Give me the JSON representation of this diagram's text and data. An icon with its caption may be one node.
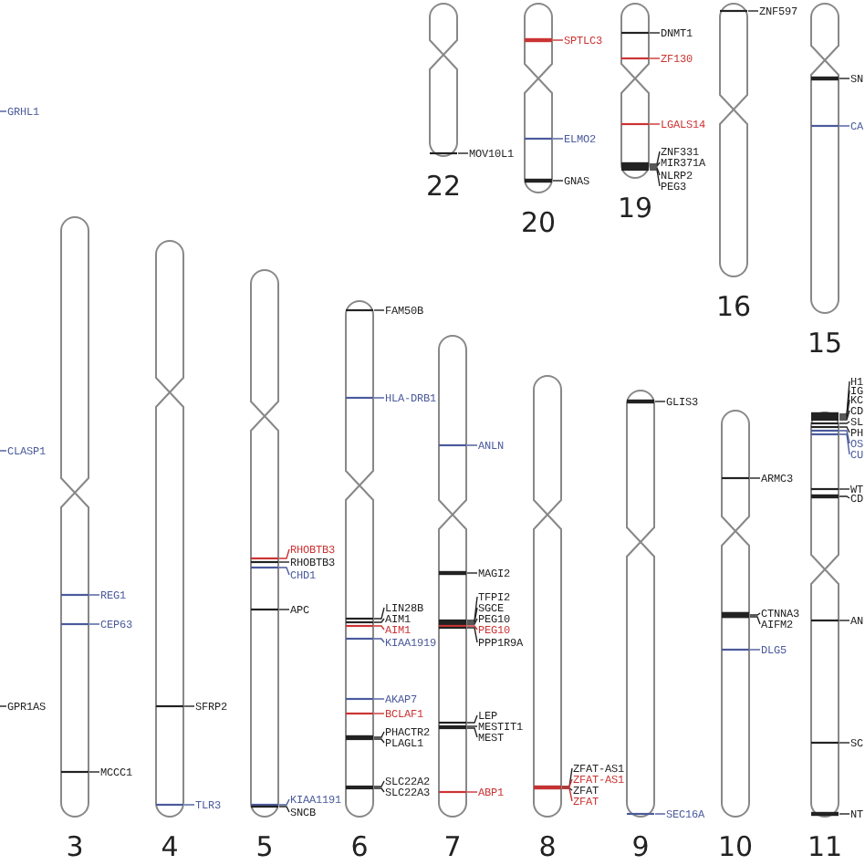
{
  "diagram": {
    "nodes": [
      {
        "text": [
          "22"
        ]
      },
      {
        "text": [
          "20"
        ]
      },
      {
        "text": [
          "19"
        ]
      },
      {
        "text": [
          "16"
        ]
      },
      {
        "text": [
          "15"
        ]
      },
      {
        "text": [
          "3"
        ]
      },
      {
        "text": [
          "4"
        ]
      },
      {
        "text": [
          "5"
        ]
      },
      {
        "text": [
          "6"
        ]
      },
      {
        "text": [
          "7"
        ]
      },
      {
        "text": [
          "8"
        ]
      },
      {
        "text": [
          "9"
        ]
      },
      {
        "text": [
          "10"
        ]
      },
      {
        "text": [
          "11"
        ]
      },
      {
        "text": [
          "MOV10L1"
        ]
      },
      {
        "text": [
          "SPTLC3"
        ]
      },
      {
        "text": [
          "ELMO2"
        ]
      },
      {
        "text": [
          "GNAS"
        ]
      },
      {
        "text": [
          "DNMT1"
        ]
      },
      {
        "text": [
          "ZF130"
        ]
      },
      {
        "text": [
          "LGALS14"
        ]
      },
      {
        "text": [
          "ZNF331"
        ]
      },
      {
        "text": [
          "MIR371A"
        ]
      },
      {
        "text": [
          "NLRP2"
        ]
      },
      {
        "text": [
          "PEG3"
        ]
      },
      {
        "text": [
          "ZNF597"
        ]
      },
      {
        "text": [
          "SN"
        ]
      },
      {
        "text": [
          "CA"
        ]
      },
      {
        "text": [
          "REG1"
        ]
      },
      {
        "text": [
          "CEP63"
        ]
      },
      {
        "text": [
          "MCCC1"
        ]
      },
      {
        "text": [
          "SFRP2"
        ]
      },
      {
        "text": [
          "TLR3"
        ]
      },
      {
        "text": [
          "RHOBTB3"
        ]
      },
      {
        "text": [
          "RHOBTB3"
        ]
      },
      {
        "text": [
          "CHD1"
        ]
      },
      {
        "text": [
          "APC"
        ]
      },
      {
        "text": [
          "KIAA1191"
        ]
      },
      {
        "text": [
          "SNCB"
        ]
      },
      {
        "text": [
          "FAM50B"
        ]
      },
      {
        "text": [
          "HLA-DRB1"
        ]
      },
      {
        "text": [
          "LIN28B"
        ]
      },
      {
        "text": [
          "AIM1"
        ]
      },
      {
        "text": [
          "AIM1"
        ]
      },
      {
        "text": [
          "KIAA1919"
        ]
      },
      {
        "text": [
          "AKAP7"
        ]
      },
      {
        "text": [
          "BCLAF1"
        ]
      },
      {
        "text": [
          "PHACTR2"
        ]
      },
      {
        "text": [
          "PLAGL1"
        ]
      },
      {
        "text": [
          "SLC22A2"
        ]
      },
      {
        "text": [
          "SLC22A3"
        ]
      },
      {
        "text": [
          "ANLN"
        ]
      },
      {
        "text": [
          "MAGI2"
        ]
      },
      {
        "text": [
          "TFPI2"
        ]
      },
      {
        "text": [
          "SGCE"
        ]
      },
      {
        "text": [
          "PEG10"
        ]
      },
      {
        "text": [
          "PEG10"
        ]
      },
      {
        "text": [
          "PPP1R9A"
        ]
      },
      {
        "text": [
          "LEP"
        ]
      },
      {
        "text": [
          "MESTIT1"
        ]
      },
      {
        "text": [
          "MEST"
        ]
      },
      {
        "text": [
          "ABP1"
        ]
      },
      {
        "text": [
          "ZFAT-AS1"
        ]
      },
      {
        "text": [
          "ZFAT-AS1"
        ]
      },
      {
        "text": [
          "ZFAT"
        ]
      },
      {
        "text": [
          "ZFAT"
        ]
      },
      {
        "text": [
          "GLIS3"
        ]
      },
      {
        "text": [
          "SEC16A"
        ]
      },
      {
        "text": [
          "ARMC3"
        ]
      },
      {
        "text": [
          "CTNNA3"
        ]
      },
      {
        "text": [
          "AIFM2"
        ]
      },
      {
        "text": [
          "DLG5"
        ]
      },
      {
        "text": [
          "H1"
        ]
      },
      {
        "text": [
          "IG"
        ]
      },
      {
        "text": [
          "KC"
        ]
      },
      {
        "text": [
          "CD"
        ]
      },
      {
        "text": [
          "SL"
        ]
      },
      {
        "text": [
          "PH"
        ]
      },
      {
        "text": [
          "OS"
        ]
      },
      {
        "text": [
          "CU"
        ]
      },
      {
        "text": [
          "WT"
        ]
      },
      {
        "text": [
          "CD"
        ]
      },
      {
        "text": [
          "AN"
        ]
      },
      {
        "text": [
          "SC"
        ]
      },
      {
        "text": [
          "NT"
        ]
      },
      {
        "text": [
          "GRHL1"
        ]
      },
      {
        "text": [
          "CLASP1"
        ]
      },
      {
        "text": [
          "GPR1AS"
        ]
      }
    ],
    "edges": [
      {
        "from": 14,
        "to": 0,
        "arrow": "none"
      },
      {
        "from": 15,
        "to": 1,
        "arrow": "none",
        "color": "#cc3333"
      },
      {
        "from": 16,
        "to": 1,
        "arrow": "none",
        "color": "#4a5a9c"
      },
      {
        "from": 17,
        "to": 1,
        "arrow": "none"
      },
      {
        "from": 18,
        "to": 2,
        "arrow": "none"
      },
      {
        "from": 19,
        "to": 2,
        "arrow": "none",
        "color": "#cc3333"
      },
      {
        "from": 20,
        "to": 2,
        "arrow": "none",
        "color": "#cc3333"
      },
      {
        "from": 21,
        "to": 2,
        "arrow": "none"
      },
      {
        "from": 22,
        "to": 2,
        "arrow": "none"
      },
      {
        "from": 23,
        "to": 2,
        "arrow": "none"
      },
      {
        "from": 24,
        "to": 2,
        "arrow": "none"
      },
      {
        "from": 25,
        "to": 3,
        "arrow": "none"
      },
      {
        "from": 26,
        "to": 4,
        "arrow": "none"
      },
      {
        "from": 27,
        "to": 4,
        "arrow": "none",
        "color": "#4a5a9c"
      },
      {
        "from": 28,
        "to": 5,
        "arrow": "none",
        "color": "#4a5a9c"
      },
      {
        "from": 29,
        "to": 5,
        "arrow": "none",
        "color": "#4a5a9c"
      },
      {
        "from": 30,
        "to": 5,
        "arrow": "none"
      },
      {
        "from": 31,
        "to": 6,
        "arrow": "none"
      },
      {
        "from": 32,
        "to": 6,
        "arrow": "none",
        "color": "#4a5a9c"
      },
      {
        "from": 33,
        "to": 7,
        "arrow": "none",
        "color": "#cc3333"
      },
      {
        "from": 34,
        "to": 7,
        "arrow": "none"
      },
      {
        "from": 35,
        "to": 7,
        "arrow": "none",
        "color": "#4a5a9c"
      },
      {
        "from": 36,
        "to": 7,
        "arrow": "none"
      },
      {
        "from": 37,
        "to": 7,
        "arrow": "none",
        "color": "#4a5a9c"
      },
      {
        "from": 38,
        "to": 7,
        "arrow": "none"
      },
      {
        "from": 39,
        "to": 8,
        "arrow": "none"
      },
      {
        "from": 40,
        "to": 8,
        "arrow": "none",
        "color": "#4a5a9c"
      },
      {
        "from": 41,
        "to": 8,
        "arrow": "none"
      },
      {
        "from": 42,
        "to": 8,
        "arrow": "none"
      },
      {
        "from": 43,
        "to": 8,
        "arrow": "none",
        "color": "#cc3333"
      },
      {
        "from": 44,
        "to": 8,
        "arrow": "none",
        "color": "#4a5a9c"
      },
      {
        "from": 45,
        "to": 8,
        "arrow": "none",
        "color": "#4a5a9c"
      },
      {
        "from": 46,
        "to": 8,
        "arrow": "none",
        "color": "#cc3333"
      },
      {
        "from": 47,
        "to": 8,
        "arrow": "none"
      },
      {
        "from": 48,
        "to": 8,
        "arrow": "none"
      },
      {
        "from": 49,
        "to": 8,
        "arrow": "none"
      },
      {
        "from": 50,
        "to": 8,
        "arrow": "none"
      },
      {
        "from": 51,
        "to": 9,
        "arrow": "none",
        "color": "#4a5a9c"
      },
      {
        "from": 52,
        "to": 9,
        "arrow": "none"
      },
      {
        "from": 53,
        "to": 9,
        "arrow": "none"
      },
      {
        "from": 54,
        "to": 9,
        "arrow": "none"
      },
      {
        "from": 55,
        "to": 9,
        "arrow": "none"
      },
      {
        "from": 56,
        "to": 9,
        "arrow": "none",
        "color": "#cc3333"
      },
      {
        "from": 57,
        "to": 9,
        "arrow": "none"
      },
      {
        "from": 58,
        "to": 9,
        "arrow": "none"
      },
      {
        "from": 59,
        "to": 9,
        "arrow": "none"
      },
      {
        "from": 60,
        "to": 9,
        "arrow": "none"
      },
      {
        "from": 61,
        "to": 9,
        "arrow": "none",
        "color": "#cc3333"
      },
      {
        "from": 62,
        "to": 10,
        "arrow": "none"
      },
      {
        "from": 63,
        "to": 10,
        "arrow": "none",
        "color": "#cc3333"
      },
      {
        "from": 64,
        "to": 10,
        "arrow": "none"
      },
      {
        "from": 65,
        "to": 10,
        "arrow": "none",
        "color": "#cc3333"
      },
      {
        "from": 66,
        "to": 11,
        "arrow": "none"
      },
      {
        "from": 67,
        "to": 11,
        "arrow": "none",
        "color": "#4a5a9c"
      },
      {
        "from": 68,
        "to": 12,
        "arrow": "none"
      },
      {
        "from": 69,
        "to": 12,
        "arrow": "none"
      },
      {
        "from": 70,
        "to": 12,
        "arrow": "none"
      },
      {
        "from": 71,
        "to": 12,
        "arrow": "none",
        "color": "#4a5a9c"
      },
      {
        "from": 72,
        "to": 13,
        "arrow": "none"
      },
      {
        "from": 73,
        "to": 13,
        "arrow": "none"
      },
      {
        "from": 74,
        "to": 13,
        "arrow": "none"
      },
      {
        "from": 75,
        "to": 13,
        "arrow": "none"
      },
      {
        "from": 76,
        "to": 13,
        "arrow": "none"
      },
      {
        "from": 77,
        "to": 13,
        "arrow": "none"
      },
      {
        "from": 78,
        "to": 13,
        "arrow": "none",
        "color": "#4a5a9c"
      },
      {
        "from": 79,
        "to": 13,
        "arrow": "none",
        "color": "#4a5a9c"
      },
      {
        "from": 80,
        "to": 13,
        "arrow": "none"
      },
      {
        "from": 81,
        "to": 13,
        "arrow": "none"
      },
      {
        "from": 82,
        "to": 13,
        "arrow": "none"
      },
      {
        "from": 83,
        "to": 13,
        "arrow": "none"
      },
      {
        "from": 84,
        "to": 13,
        "arrow": "none"
      },
      {
        "from": 85,
        "to": null,
        "arrow": "none",
        "color": "#4a5a9c"
      },
      {
        "from": 86,
        "to": null,
        "arrow": "none",
        "color": "#4a5a9c"
      },
      {
        "from": 87,
        "to": null,
        "arrow": "none"
      }
    ]
  }
}
